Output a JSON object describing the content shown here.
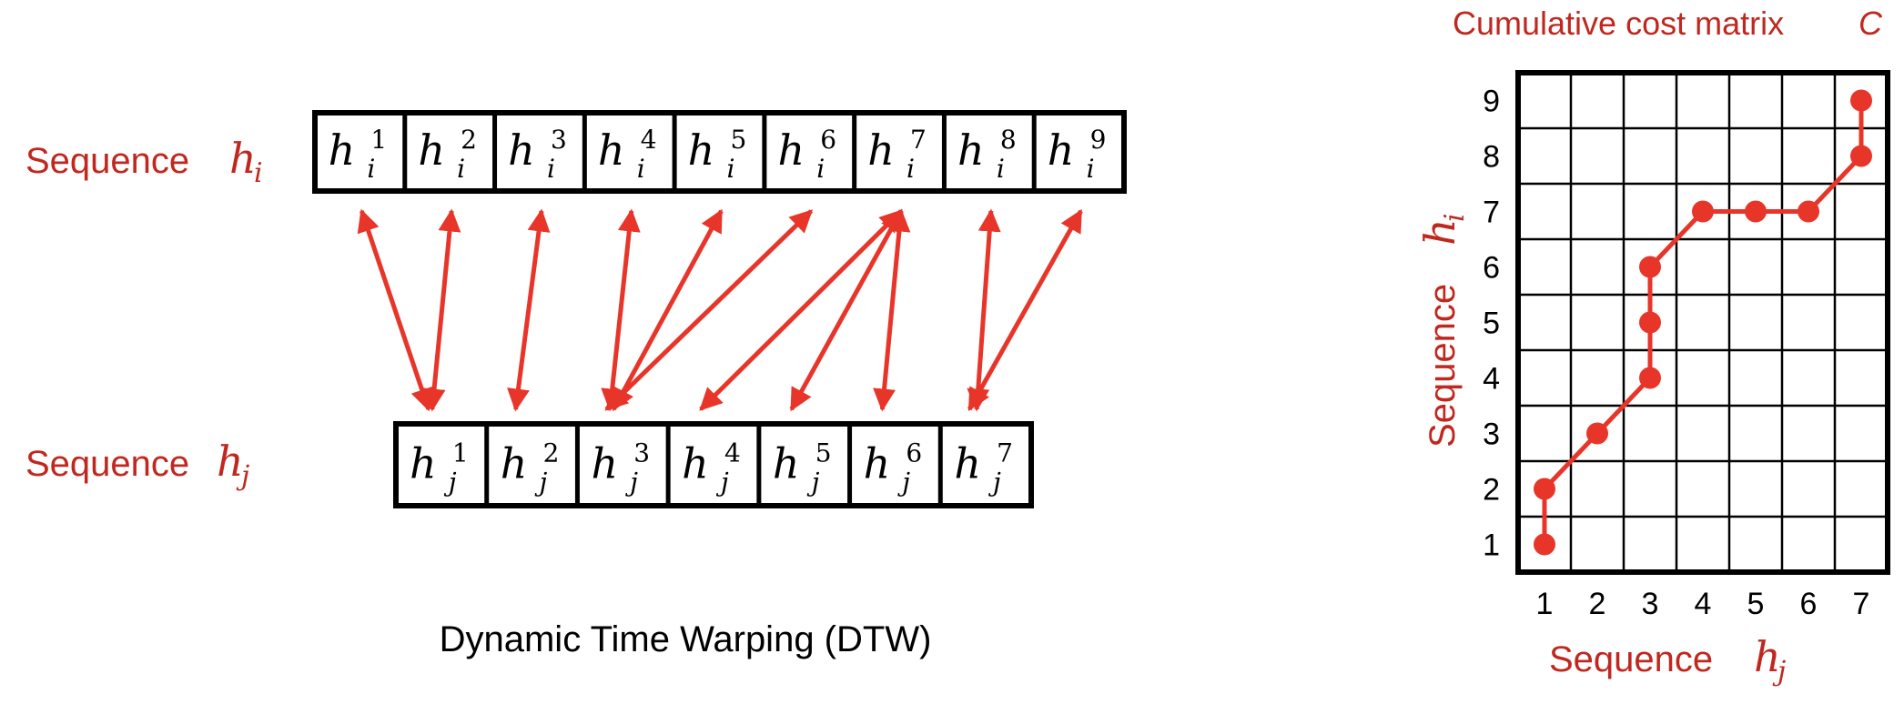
{
  "colors": {
    "accent": "#e8352a",
    "label": "#c0281f",
    "ink": "#000000"
  },
  "seq_i": {
    "label": "Sequence",
    "var_base": "h",
    "var_sub": "i",
    "cells": [
      {
        "base": "h",
        "sup": "1",
        "sub": "i"
      },
      {
        "base": "h",
        "sup": "2",
        "sub": "i"
      },
      {
        "base": "h",
        "sup": "3",
        "sub": "i"
      },
      {
        "base": "h",
        "sup": "4",
        "sub": "i"
      },
      {
        "base": "h",
        "sup": "5",
        "sub": "i"
      },
      {
        "base": "h",
        "sup": "6",
        "sub": "i"
      },
      {
        "base": "h",
        "sup": "7",
        "sub": "i"
      },
      {
        "base": "h",
        "sup": "8",
        "sub": "i"
      },
      {
        "base": "h",
        "sup": "9",
        "sub": "i"
      }
    ]
  },
  "seq_j": {
    "label": "Sequence",
    "var_base": "h",
    "var_sub": "j",
    "cells": [
      {
        "base": "h",
        "sup": "1",
        "sub": "j"
      },
      {
        "base": "h",
        "sup": "2",
        "sub": "j"
      },
      {
        "base": "h",
        "sup": "3",
        "sub": "j"
      },
      {
        "base": "h",
        "sup": "4",
        "sub": "j"
      },
      {
        "base": "h",
        "sup": "5",
        "sub": "j"
      },
      {
        "base": "h",
        "sup": "6",
        "sub": "j"
      },
      {
        "base": "h",
        "sup": "7",
        "sub": "j"
      }
    ]
  },
  "alignment": [
    {
      "i": 1,
      "j": 1
    },
    {
      "i": 2,
      "j": 1
    },
    {
      "i": 3,
      "j": 2
    },
    {
      "i": 4,
      "j": 3
    },
    {
      "i": 5,
      "j": 3
    },
    {
      "i": 6,
      "j": 3
    },
    {
      "i": 7,
      "j": 4
    },
    {
      "i": 7,
      "j": 5
    },
    {
      "i": 7,
      "j": 6
    },
    {
      "i": 8,
      "j": 7
    },
    {
      "i": 9,
      "j": 7
    }
  ],
  "dtw_caption": "Dynamic Time Warping (DTW)",
  "matrix": {
    "title": "Cumulative cost matrix",
    "title_symbol": "C",
    "x_ticks": [
      "1",
      "2",
      "3",
      "4",
      "5",
      "6",
      "7"
    ],
    "y_ticks": [
      "1",
      "2",
      "3",
      "4",
      "5",
      "6",
      "7",
      "8",
      "9"
    ],
    "x_label": "Sequence",
    "x_var_base": "h",
    "x_var_sub": "j",
    "y_label": "Sequence",
    "y_var_base": "h",
    "y_var_sub": "i",
    "path": [
      {
        "j": 1,
        "i": 1
      },
      {
        "j": 1,
        "i": 2
      },
      {
        "j": 2,
        "i": 3
      },
      {
        "j": 3,
        "i": 4
      },
      {
        "j": 3,
        "i": 5
      },
      {
        "j": 3,
        "i": 6
      },
      {
        "j": 4,
        "i": 7
      },
      {
        "j": 5,
        "i": 7
      },
      {
        "j": 6,
        "i": 7
      },
      {
        "j": 7,
        "i": 8
      },
      {
        "j": 7,
        "i": 9
      }
    ]
  }
}
